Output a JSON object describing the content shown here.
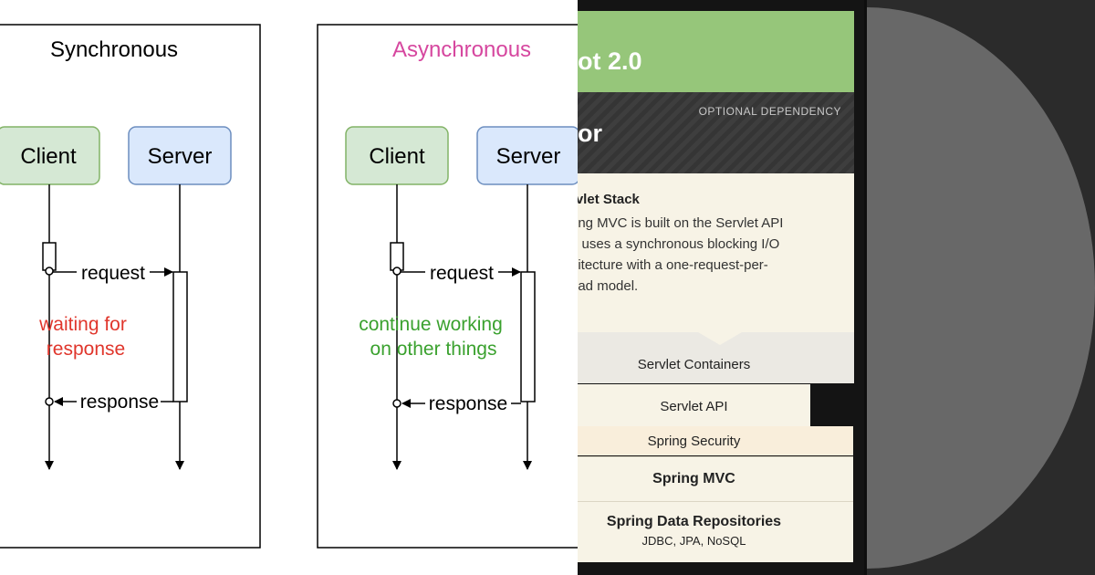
{
  "sync_diagram": {
    "title": "Synchronous",
    "client_label": "Client",
    "server_label": "Server",
    "request_label": "request",
    "response_label": "response",
    "waiting_line1": "waiting for",
    "waiting_line2": "response"
  },
  "async_diagram": {
    "title": "Asynchronous",
    "client_label": "Client",
    "server_label": "Server",
    "request_label": "request",
    "response_label": "response",
    "working_line1": "continue working",
    "working_line2": "on other things"
  },
  "spring_card": {
    "header_title_fragment": "ot 2.0",
    "optional_badge": "OPTIONAL DEPENDENCY",
    "section_title_fragment": "or",
    "stack_title": "rvlet Stack",
    "description_lines": [
      "ring MVC is built on the Servlet API",
      "d uses a synchronous blocking I/O",
      "hitecture with a one-request-per-",
      "ead model."
    ],
    "layers": {
      "servlet_containers": "Servlet Containers",
      "servlet_api": "Servlet API",
      "spring_security": "Spring Security",
      "spring_mvc": "Spring MVC",
      "spring_data": "Spring Data Repositories",
      "spring_data_sub": "JDBC, JPA, NoSQL"
    }
  },
  "colors": {
    "client_box_fill": "#d5e8d4",
    "client_box_stroke": "#82b366",
    "server_box_fill": "#dae8fc",
    "server_box_stroke": "#6c8ebf",
    "async_title": "#d6479f",
    "waiting_text": "#e0362c",
    "working_text": "#3aa12e",
    "spring_green": "#96c67a",
    "card_cream": "#f7f3e6"
  }
}
